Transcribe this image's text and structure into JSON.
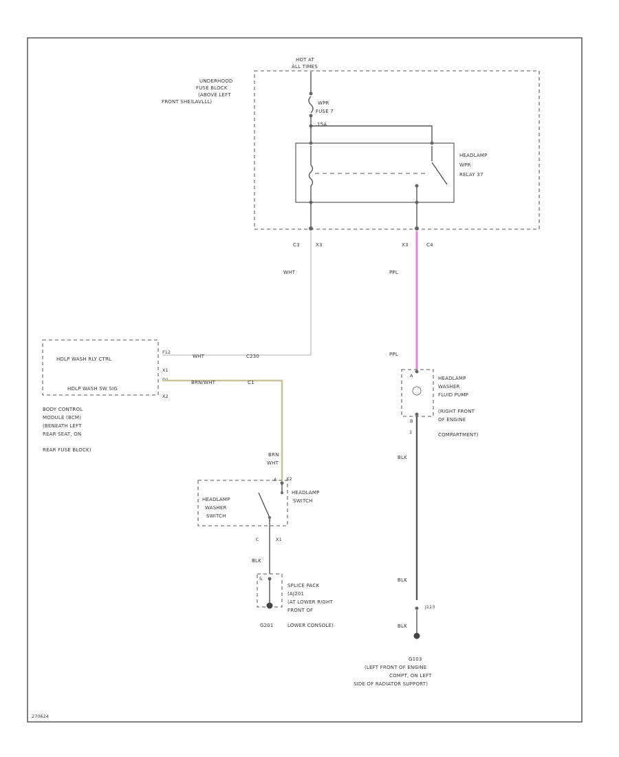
{
  "diagram": {
    "figure_id": "270624",
    "power": {
      "line1": "HOT AT",
      "line2": "ALL TIMES"
    },
    "fuse_block": {
      "lines": [
        "UNDERHOOD",
        "FUSE BLOCK",
        "(ABOVE LEFT",
        "FRONT SHEILAVLLL)"
      ]
    },
    "fuse": {
      "line1": "WPR",
      "line2": "FUSE 7",
      "line3": "15A"
    },
    "relay": {
      "lines": [
        "HEADLAMP",
        "WPR",
        "RELAY 37"
      ]
    },
    "connectors": {
      "fuse_c_left": "C3",
      "fuse_x_left": "X3",
      "fuse_x_right": "X3",
      "fuse_c_right": "C4"
    },
    "wires": {
      "wht_upper": "WHT",
      "ppl_upper": "PPL",
      "ppl_lower": "PPL",
      "bcm_wht": "WHT",
      "bcm_c230": "C230",
      "bcm_brn_wht": "BRN/WHT",
      "bcm_c1": "C1",
      "brn_wht_line1": "BRN",
      "brn_wht_line2": "WHT",
      "blk_switch": "BLK",
      "blk_pump": "BLK",
      "blk_ground_upper": "BLK",
      "blk_ground_lower": "BLK"
    },
    "bcm": {
      "ctrl_label": "HDLP WASH RLY CTRL",
      "sw_label": "HDLP WASH SW SIG",
      "pin_ctrl": "F12",
      "pin_x1": "X1",
      "pin_sw": "D1",
      "pin_x2": "X2",
      "lines": [
        "BODY CONTROL",
        "MODULE (BCM)",
        "(BENEATH LEFT",
        "REAR SEAT, ON",
        "REAR FUSE BLOCK)"
      ]
    },
    "pump": {
      "pin_top": "A",
      "pin_bot": "B",
      "pin_1": "1",
      "lines": [
        "HEADLAMP",
        "WASHER",
        "FLUID PUMP",
        "(RIGHT FRONT",
        "OF ENGINE",
        "COMPARTMENT)"
      ]
    },
    "switch": {
      "box_lines": [
        "HEADLAMP",
        "WASHER",
        "SWITCH"
      ],
      "side_lines": [
        "HEADLAMP",
        "SWITCH"
      ],
      "pin_top_a": "A",
      "pin_top_x2": "X2",
      "pin_bot_c": "C",
      "pin_bot_x1": "X1"
    },
    "splice": {
      "pin": "S",
      "lines": [
        "SPLICE PACK",
        "(AJ201",
        "(AT LOWER RIGHT",
        "FRONT OF"
      ],
      "ground_label": "G201",
      "ground_tail": "LOWER CONSOLE)"
    },
    "ground": {
      "pin": "J113",
      "label": "G103",
      "lines": [
        "(LEFT FRONT OF ENGINE",
        "COMPT, ON LEFT",
        "SIDE OF RADIATOR SUPPORT)"
      ]
    },
    "colors": {
      "ppl": "#e77ee7",
      "brn_wht": "#c8c49a",
      "wht": "#cccccc",
      "blk": "#555555",
      "dash": "#777777"
    }
  }
}
